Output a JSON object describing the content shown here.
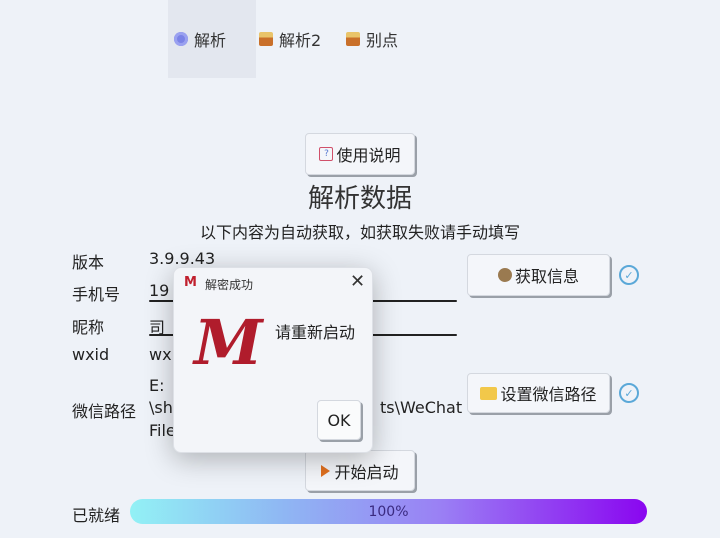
{
  "tabs": [
    {
      "label": "解析",
      "icon": "disc-icon",
      "active": true
    },
    {
      "label": "解析2",
      "icon": "house-icon",
      "active": false
    },
    {
      "label": "别点",
      "icon": "house-icon",
      "active": false
    }
  ],
  "help_button": {
    "label": "使用说明",
    "icon": "question-icon"
  },
  "title": "解析数据",
  "subtitle": "以下内容为自动获取，如获取失败请手动填写",
  "fields": {
    "version": {
      "label": "版本",
      "value": "3.9.9.43"
    },
    "phone": {
      "label": "手机号",
      "value": "19"
    },
    "nickname": {
      "label": "昵称",
      "value": "司"
    },
    "wxid": {
      "label": "wxid",
      "value": "wx"
    },
    "path": {
      "label": "微信路径",
      "line1": "E:",
      "line2_left": "\\sh",
      "line2_right": "ts\\WeChat",
      "line3": "File"
    }
  },
  "get_info_button": {
    "label": "获取信息",
    "icon": "robot-icon"
  },
  "set_path_button": {
    "label": "设置微信路径",
    "icon": "folder-icon"
  },
  "start_button": {
    "label": "开始启动",
    "icon": "play-icon"
  },
  "status": {
    "label": "已就绪",
    "progress_text": "100%",
    "progress": 100
  },
  "dialog": {
    "title": "解密成功",
    "message": "请重新启动",
    "ok": "OK",
    "logo": "M"
  },
  "colors": {
    "background": "#eef2f8",
    "check": "#5aa8d8",
    "logo_red": "#b01c2c"
  }
}
